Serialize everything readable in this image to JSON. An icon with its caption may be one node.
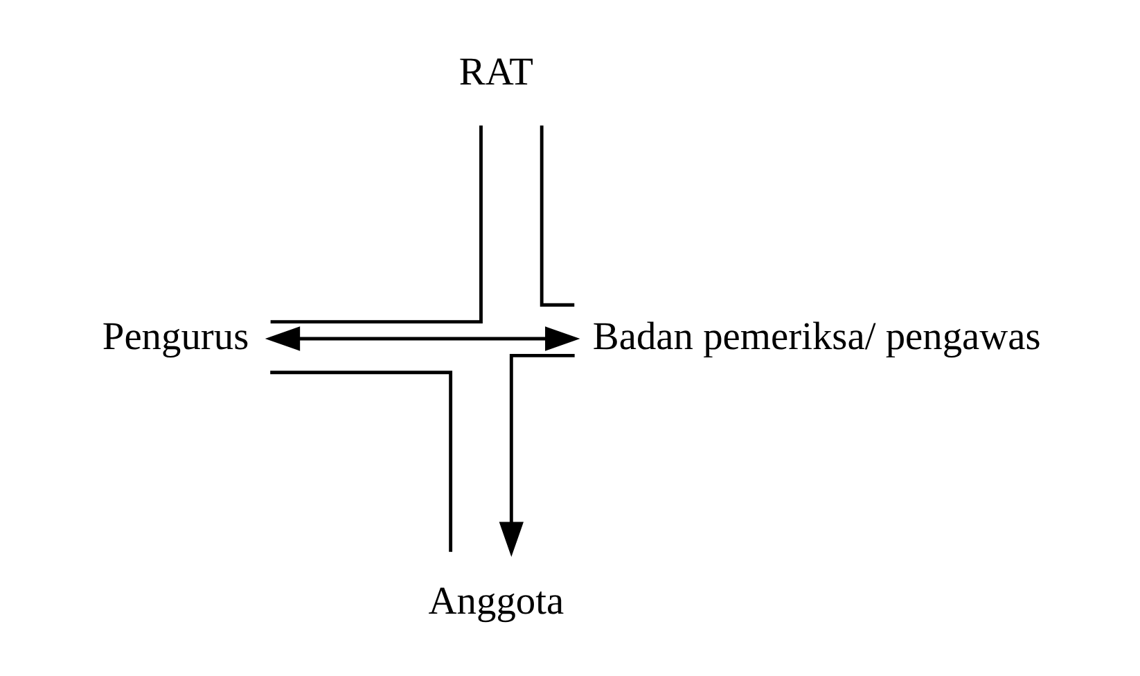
{
  "diagram": {
    "nodes": [
      {
        "text": [
          "RAT"
        ]
      },
      {
        "text": [
          "Pengurus"
        ]
      },
      {
        "text": [
          "Badan pemeriksa/ pengawas"
        ]
      },
      {
        "text": [
          "Anggota"
        ]
      }
    ],
    "edges": [
      {
        "from": 0,
        "to": 1,
        "arrow": "none"
      },
      {
        "from": 0,
        "to": 2,
        "arrow": "none"
      },
      {
        "from": 1,
        "to": 2,
        "arrow": "both"
      },
      {
        "from": 1,
        "to": 3,
        "arrow": "none"
      },
      {
        "from": 2,
        "to": 3,
        "arrow": "to"
      }
    ]
  }
}
